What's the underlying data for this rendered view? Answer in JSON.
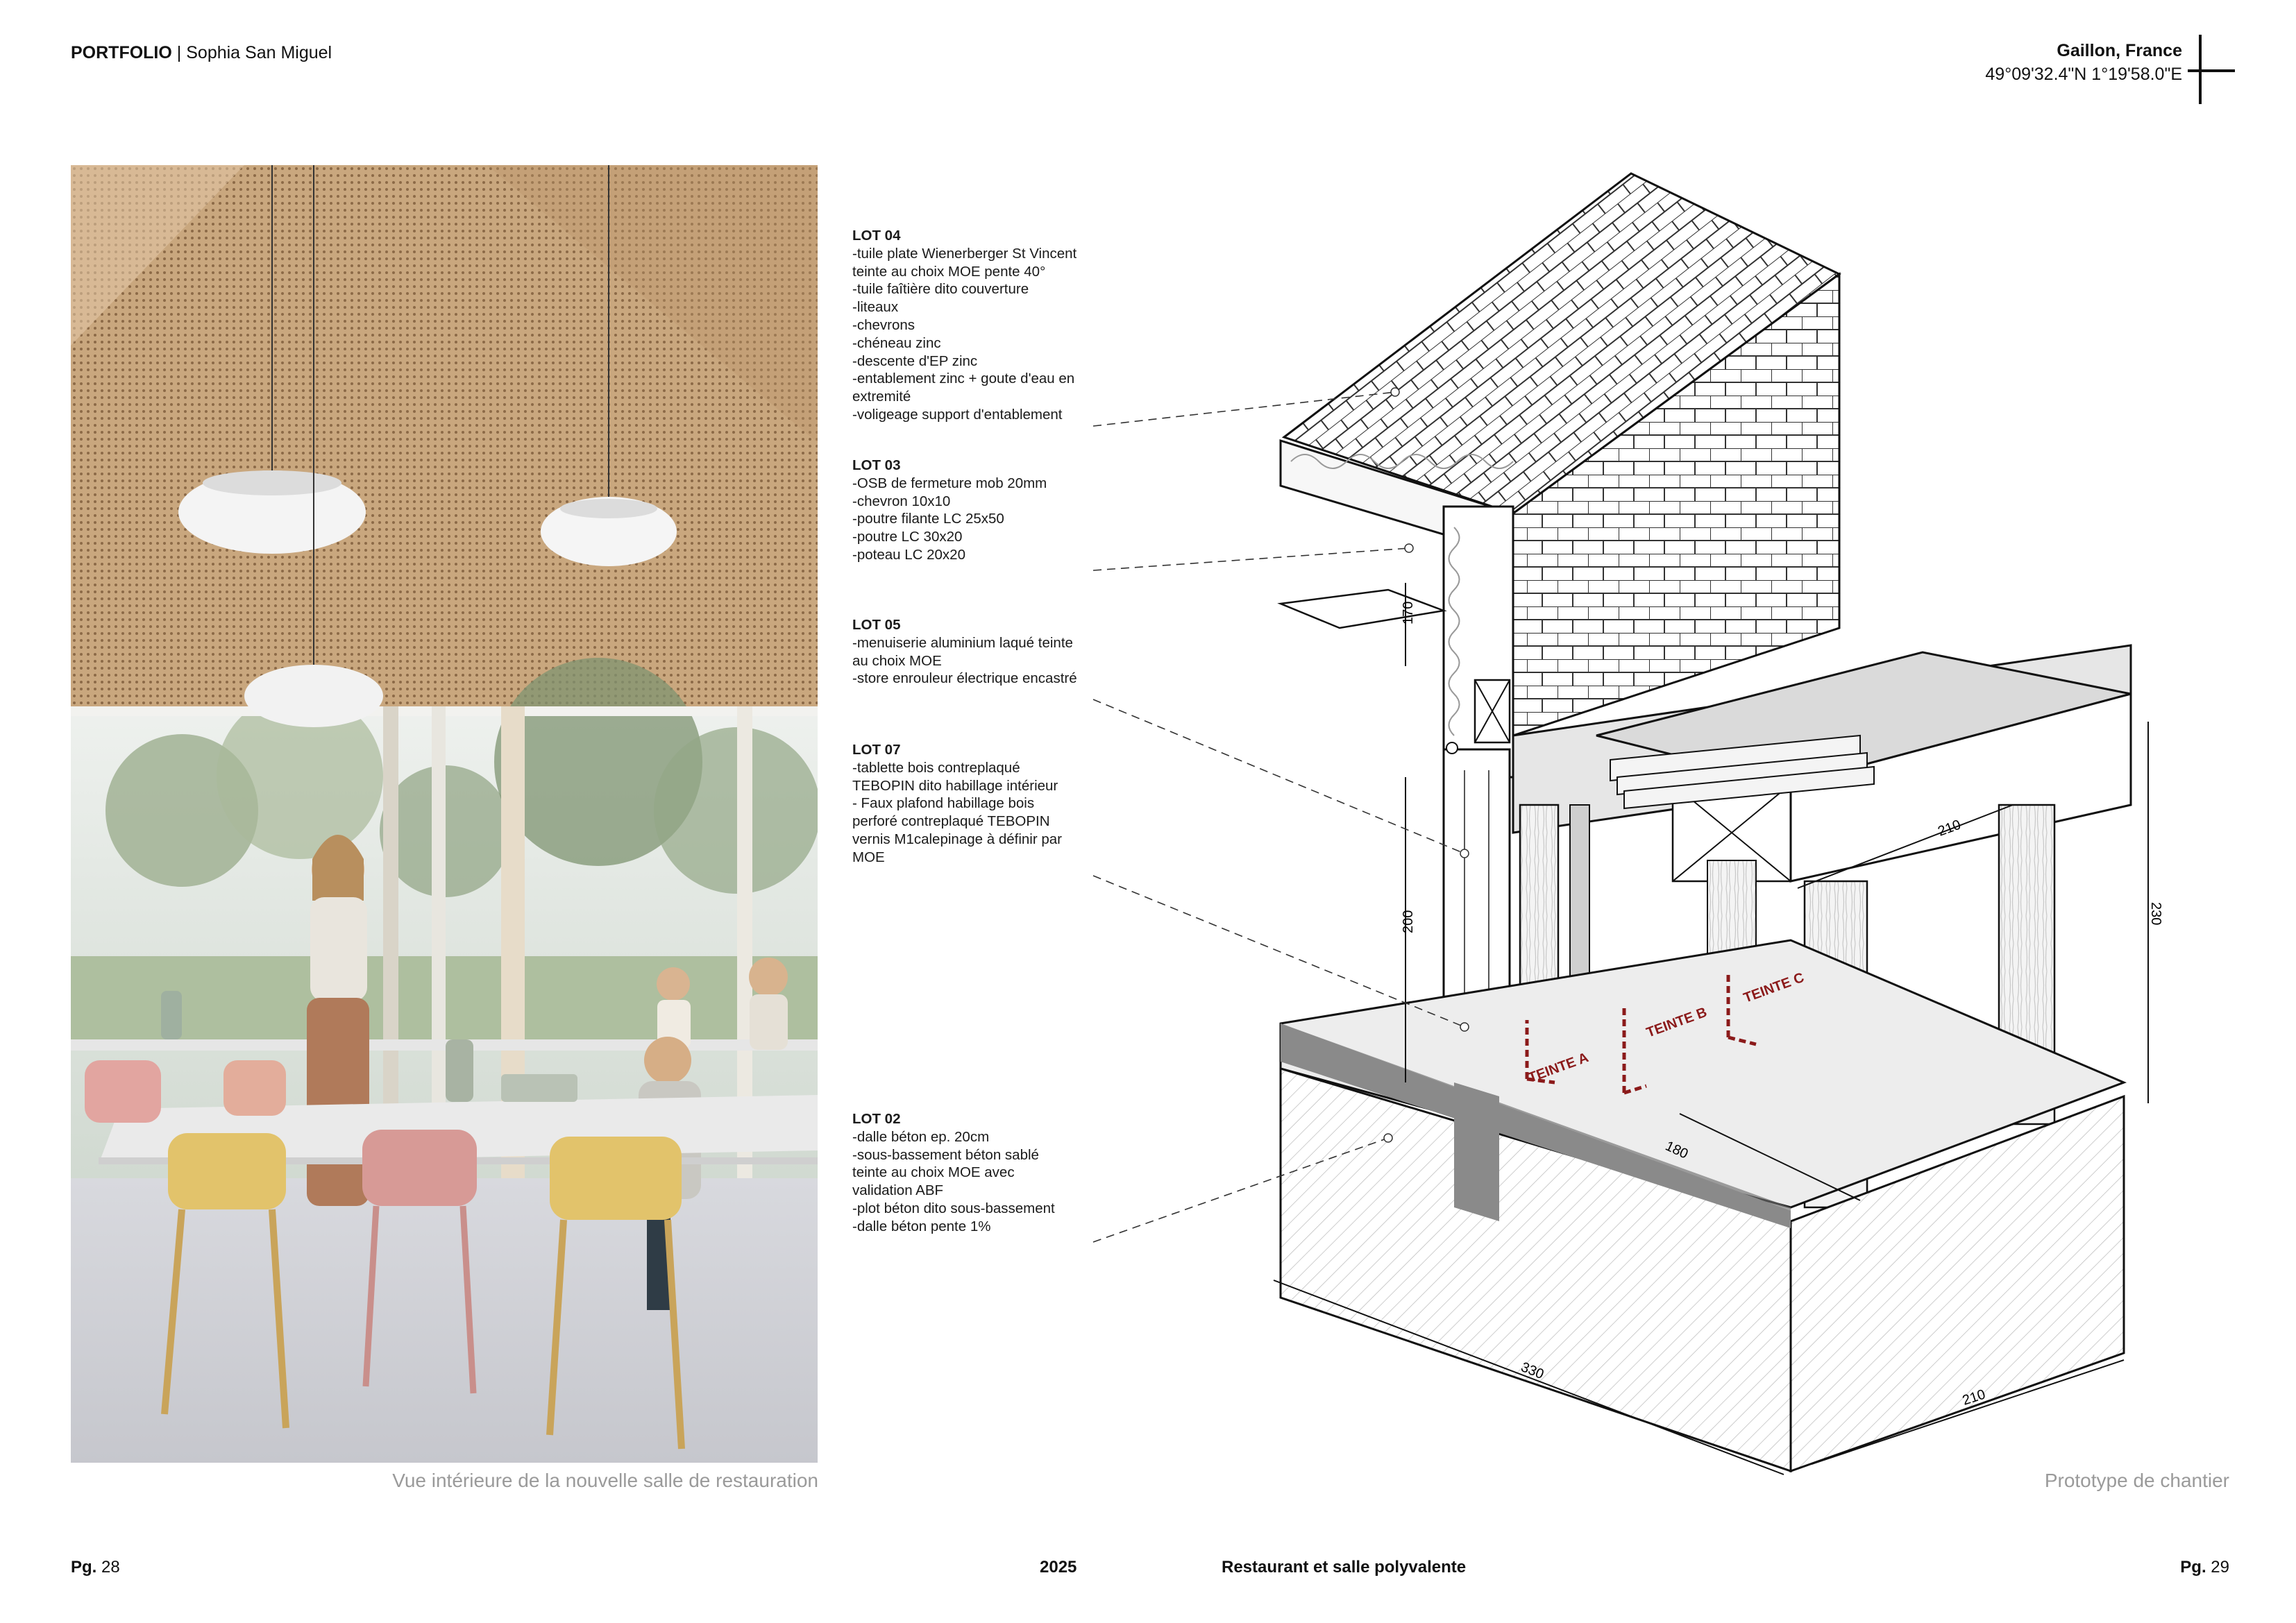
{
  "header": {
    "portfolio": "PORTFOLIO",
    "separator": "|",
    "author": "Sophia San Miguel",
    "location": "Gaillon, France",
    "coordinates": "49°09'32.4\"N 1°19'58.0\"E"
  },
  "photo_caption": "Vue intérieure de la nouvelle salle de restauration",
  "drawing_caption": "Prototype de chantier",
  "lots": [
    {
      "title": "LOT 04",
      "lines": [
        "-tuile plate Wienerberger St Vincent",
        "teinte au choix MOE pente 40°",
        "-tuile faîtière dito couverture",
        "-liteaux",
        "-chevrons",
        "-chéneau zinc",
        "-descente d'EP zinc",
        "-entablement zinc + goute d'eau en",
        "extremité",
        "-voligeage support d'entablement"
      ]
    },
    {
      "title": "LOT 03",
      "lines": [
        "-OSB de fermeture mob 20mm",
        "-chevron 10x10",
        "-poutre filante LC 25x50",
        "-poutre LC 30x20",
        "-poteau LC 20x20"
      ]
    },
    {
      "title": "LOT 05",
      "lines": [
        "-menuiserie aluminium laqué teinte",
        "au choix MOE",
        "-store enrouleur électrique encastré"
      ]
    },
    {
      "title": "LOT 07",
      "lines": [
        "-tablette bois contreplaqué",
        "TEBOPIN dito habillage intérieur",
        "- Faux plafond habillage bois",
        "perforé contreplaqué TEBOPIN",
        "vernis M1calepinage à définir par",
        "MOE"
      ]
    },
    {
      "title": "LOT 02",
      "lines": [
        "-dalle béton ep. 20cm",
        "-sous-bassement béton sablé",
        "teinte au choix MOE avec",
        "validation ABF",
        "-plot béton dito sous-bassement",
        "-dalle béton pente 1%"
      ]
    }
  ],
  "dimensions": {
    "d170": "170",
    "d200": "200",
    "d210a": "210",
    "d230": "230",
    "d180": "180",
    "d330": "330",
    "d210b": "210"
  },
  "tints": {
    "a": "TEINTE A",
    "b": "TEINTE B",
    "c": "TEINTE C",
    "color": "#8b1a1a"
  },
  "footer": {
    "pg_label": "Pg.",
    "pg_left": "28",
    "year": "2025",
    "project": "Restaurant et salle polyvalente",
    "pg_right": "29"
  }
}
